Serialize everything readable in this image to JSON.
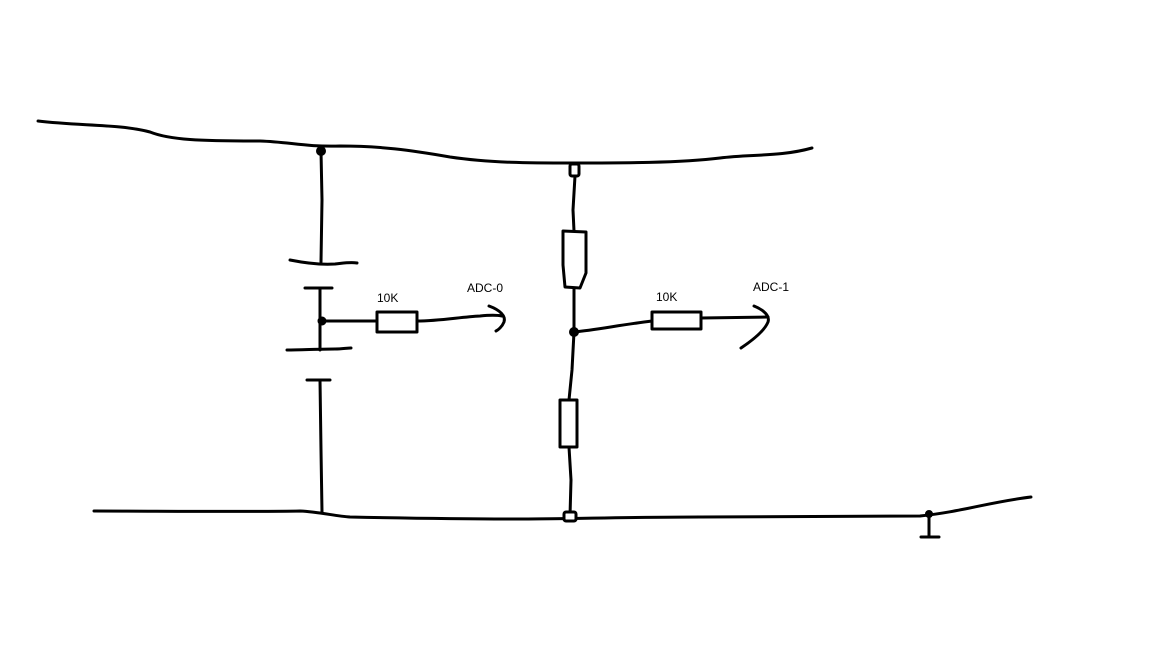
{
  "labels": {
    "r1_value": "10K",
    "r2_value": "10K",
    "out0": "ADC-0",
    "out1": "ADC-1"
  },
  "colors": {
    "ink": "#000000",
    "background": "#ffffff"
  }
}
